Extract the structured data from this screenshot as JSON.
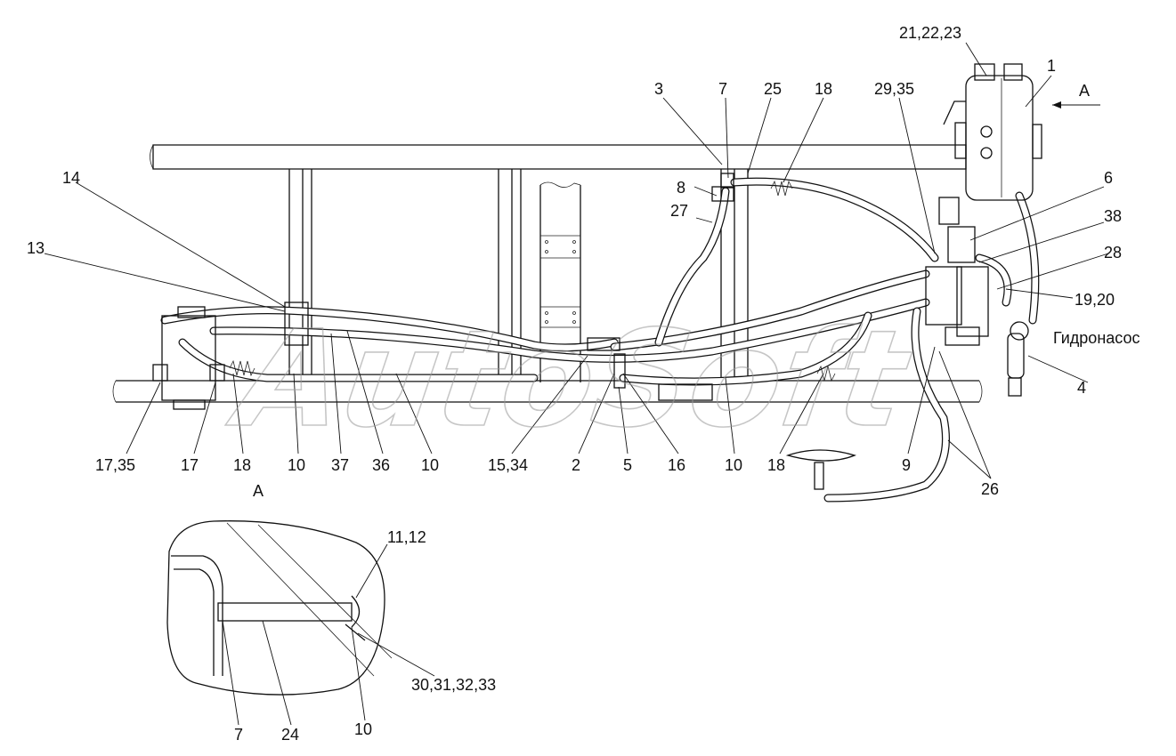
{
  "watermark": "AutoSoft",
  "labels": {
    "l_21_22_23": "21,22,23",
    "l_1": "1",
    "l_A_top": "A",
    "l_3": "3",
    "l_7_top": "7",
    "l_25": "25",
    "l_18_top": "18",
    "l_29_35": "29,35",
    "l_14": "14",
    "l_13": "13",
    "l_8": "8",
    "l_27": "27",
    "l_6": "6",
    "l_38": "38",
    "l_28": "28",
    "l_19_20": "19,20",
    "l_pump": "Гидронасос",
    "l_4": "4",
    "l_17_35": "17,35",
    "l_17": "17",
    "l_18_left": "18",
    "l_10_a": "10",
    "l_37": "37",
    "l_36": "36",
    "l_10_b": "10",
    "l_15_34": "15,34",
    "l_2": "2",
    "l_5": "5",
    "l_16": "16",
    "l_10_c": "10",
    "l_18_right": "18",
    "l_9": "9",
    "l_26": "26",
    "l_A_view": "A",
    "l_11_12": "11,12",
    "l_30_33": "30,31,32,33",
    "l_7_bottom": "7",
    "l_24": "24",
    "l_10_bottom": "10"
  }
}
